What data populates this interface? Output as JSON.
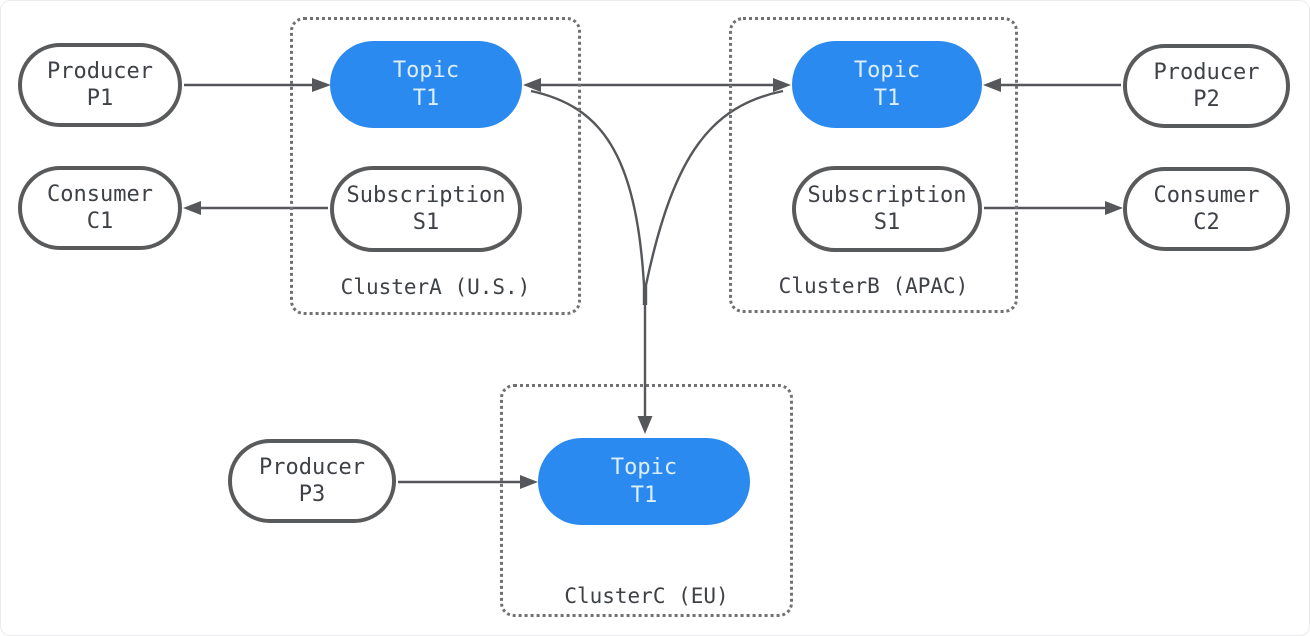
{
  "nodes": {
    "p1": {
      "line1": "Producer",
      "line2": "P1"
    },
    "c1": {
      "line1": "Consumer",
      "line2": "C1"
    },
    "p2": {
      "line1": "Producer",
      "line2": "P2"
    },
    "c2": {
      "line1": "Consumer",
      "line2": "C2"
    },
    "p3": {
      "line1": "Producer",
      "line2": "P3"
    },
    "topicA": {
      "line1": "Topic",
      "line2": "T1"
    },
    "topicB": {
      "line1": "Topic",
      "line2": "T1"
    },
    "topicC": {
      "line1": "Topic",
      "line2": "T1"
    },
    "subA": {
      "line1": "Subscription",
      "line2": "S1"
    },
    "subB": {
      "line1": "Subscription",
      "line2": "S1"
    }
  },
  "clusters": {
    "a": {
      "label": "ClusterA (U.S.)"
    },
    "b": {
      "label": "ClusterB (APAC)"
    },
    "c": {
      "label": "ClusterC (EU)"
    }
  },
  "edges": [
    {
      "id": "p1-to-topic-a",
      "from": "Producer P1",
      "to": "Topic T1 @ ClusterA",
      "direction": "one-way"
    },
    {
      "id": "sub-a-to-c1",
      "from": "Subscription S1 @ ClusterA",
      "to": "Consumer C1",
      "direction": "one-way"
    },
    {
      "id": "p2-to-topic-b",
      "from": "Producer P2",
      "to": "Topic T1 @ ClusterB",
      "direction": "one-way"
    },
    {
      "id": "sub-b-to-c2",
      "from": "Subscription S1 @ ClusterB",
      "to": "Consumer C2",
      "direction": "one-way"
    },
    {
      "id": "p3-to-topic-c",
      "from": "Producer P3",
      "to": "Topic T1 @ ClusterC",
      "direction": "one-way"
    },
    {
      "id": "topic-a-topic-b",
      "from": "Topic T1 @ ClusterA",
      "to": "Topic T1 @ ClusterB",
      "direction": "bidirectional"
    },
    {
      "id": "topics-ab-to-c",
      "from": "Topic T1 @ ClusterA/ClusterB",
      "to": "Topic T1 @ ClusterC",
      "direction": "one-way"
    }
  ],
  "colors": {
    "topic_fill": "#2B8AEF",
    "topic_text": "#DCEEFF",
    "node_border": "#595A5C",
    "node_text": "#3E4145",
    "connector": "#55575A",
    "cluster_border": "#6F7173",
    "background": "#FFFFFF"
  }
}
